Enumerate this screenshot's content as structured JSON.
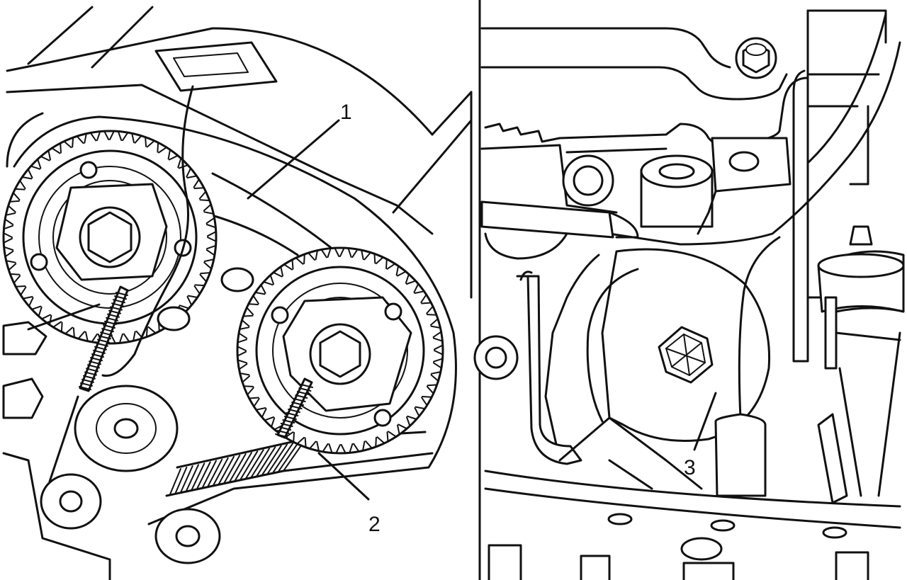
{
  "callouts": [
    {
      "id": "1",
      "label": "1"
    },
    {
      "id": "2",
      "label": "2"
    },
    {
      "id": "3",
      "label": "3"
    }
  ],
  "colors": {
    "ink": "#111111",
    "paper": "#ffffff"
  }
}
